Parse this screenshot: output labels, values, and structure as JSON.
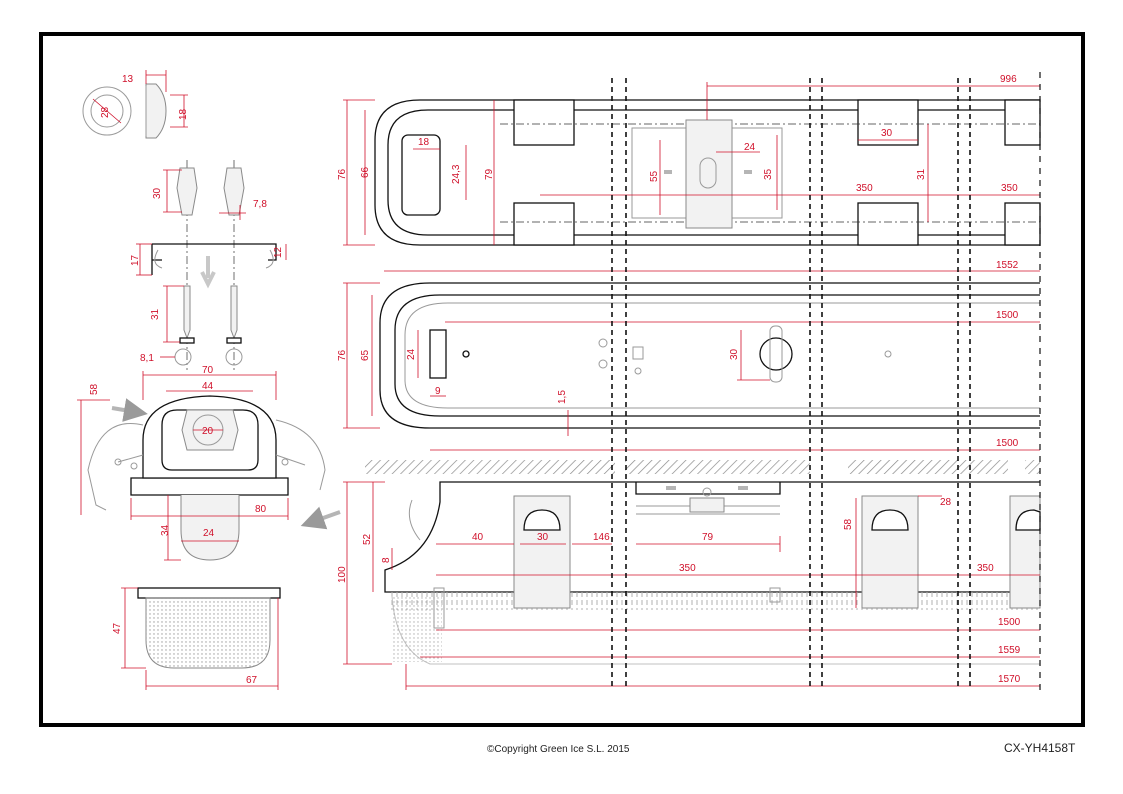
{
  "footer": {
    "copyright": "©Copyright Green Ice S.L. 2015",
    "code": "CX-YH4158T"
  },
  "dimensions": {
    "cap": [
      "13",
      "28",
      "18"
    ],
    "anchor": [
      "30",
      "7,8",
      "17",
      "12",
      "31",
      "8,1"
    ],
    "section": [
      "70",
      "58",
      "44",
      "20",
      "80",
      "34",
      "24"
    ],
    "diffuser": [
      "47",
      "67"
    ],
    "top_view": [
      "996",
      "76",
      "66",
      "18",
      "24,3",
      "79",
      "55",
      "24",
      "35",
      "30",
      "31",
      "350",
      "350"
    ],
    "middle_view": [
      "1552",
      "1500",
      "76",
      "65",
      "24",
      "9",
      "1,5",
      "30",
      "1500"
    ],
    "side_view": [
      "52",
      "8",
      "100",
      "40",
      "30",
      "146",
      "79",
      "350",
      "58",
      "28",
      "350",
      "1500",
      "1559",
      "1570"
    ]
  },
  "colors": {
    "dimension": "#d0102a",
    "outline": "#111111",
    "detail": "#9a9a9a"
  }
}
